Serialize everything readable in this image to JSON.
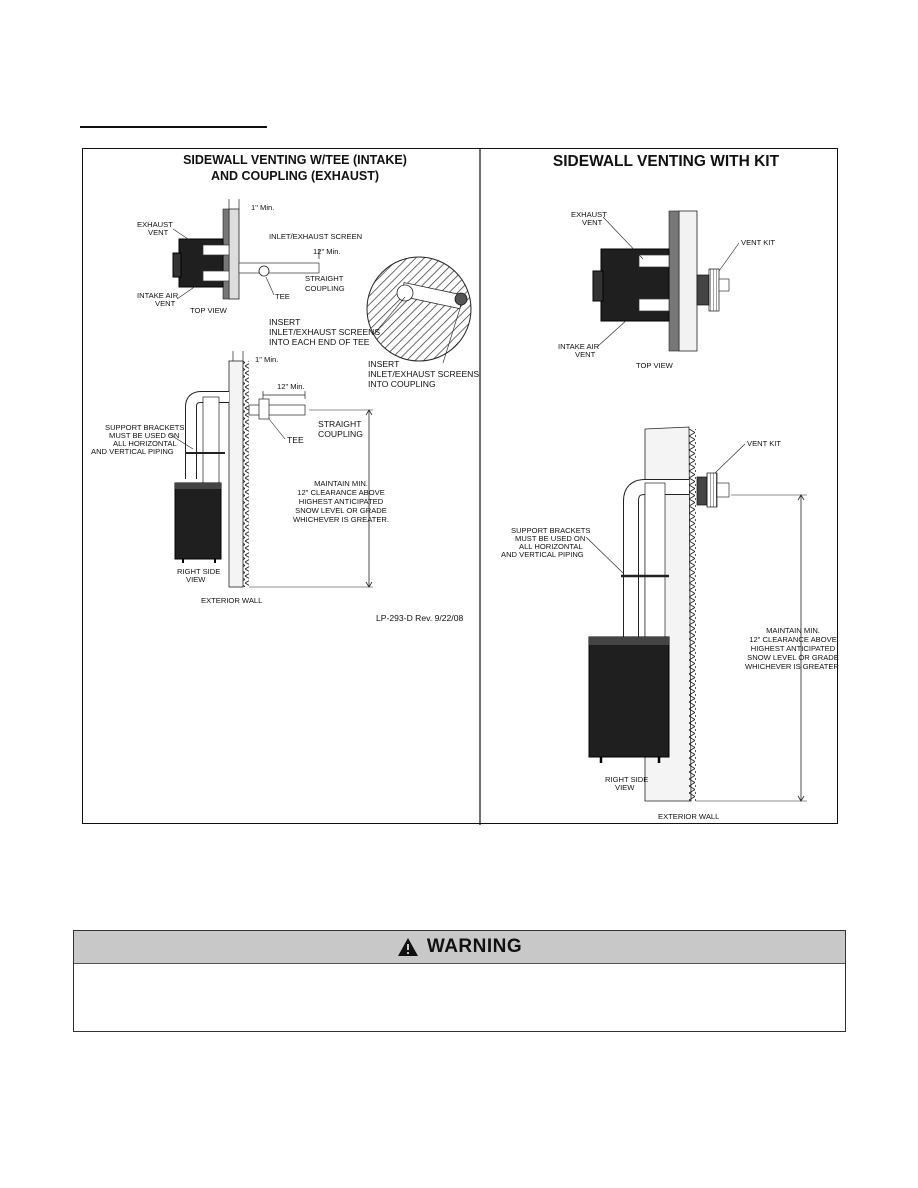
{
  "left_panel": {
    "title_line1": "SIDEWALL VENTING W/TEE (INTAKE)",
    "title_line2": "AND COUPLING (EXHAUST)",
    "top_min": "1\" Min.",
    "exhaust_vent_1": "EXHAUST",
    "exhaust_vent_2": "VENT",
    "inlet_exhaust_screen": "INLET/EXHAUST SCREEN",
    "top_12_min": "12\" Min.",
    "straight_1": "STRAIGHT",
    "coupling_1": "COUPLING",
    "intake_air_1": "INTAKE AIR",
    "intake_air_2": "VENT",
    "tee_1": "TEE",
    "top_view": "TOP VIEW",
    "insert_1a": "INSERT",
    "insert_1b": "INLET/EXHAUST SCREENS",
    "insert_1c": "INTO EACH END OF TEE",
    "insert_2a": "INSERT",
    "insert_2b": "INLET/EXHAUST SCREENS",
    "insert_2c": "INTO COUPLING",
    "side_min": "1\" Min.",
    "side_12_min": "12\" Min.",
    "support_1": "SUPPORT BRACKETS",
    "support_2": "MUST BE USED ON",
    "support_3": "ALL HORIZONTAL",
    "support_4": "AND VERTICAL PIPING",
    "straight_2": "STRAIGHT",
    "coupling_2": "COUPLING",
    "tee_2": "TEE",
    "maintain_1": "MAINTAIN MIN.",
    "maintain_2": "12\" CLEARANCE ABOVE",
    "maintain_3": "HIGHEST ANTICIPATED",
    "maintain_4": "SNOW LEVEL OR GRADE",
    "maintain_5": "WHICHEVER IS GREATER.",
    "right_side_1": "RIGHT SIDE",
    "right_side_2": "VIEW",
    "exterior_wall": "EXTERIOR WALL",
    "revision": "LP-293-D Rev. 9/22/08"
  },
  "right_panel": {
    "title": "SIDEWALL VENTING WITH KIT",
    "exhaust_vent_1": "EXHAUST",
    "exhaust_vent_2": "VENT",
    "vent_kit_top": "VENT KIT",
    "intake_air_1": "INTAKE AIR",
    "intake_air_2": "VENT",
    "top_view": "TOP VIEW",
    "vent_kit_side": "VENT KIT",
    "support_1": "SUPPORT BRACKETS",
    "support_2": "MUST BE USED ON",
    "support_3": "ALL HORIZONTAL",
    "support_4": "AND VERTICAL PIPING",
    "maintain_1": "MAINTAIN MIN.",
    "maintain_2": "12\" CLEARANCE ABOVE",
    "maintain_3": "HIGHEST ANTICIPATED",
    "maintain_4": "SNOW LEVEL OR GRADE",
    "maintain_5": "WHICHEVER IS GREATER.",
    "right_side_1": "RIGHT SIDE",
    "right_side_2": "VIEW",
    "exterior_wall": "EXTERIOR WALL"
  },
  "warning": {
    "title": "WARNING",
    "icon": "warning-triangle-icon",
    "header_color": "#c8c8c8"
  }
}
